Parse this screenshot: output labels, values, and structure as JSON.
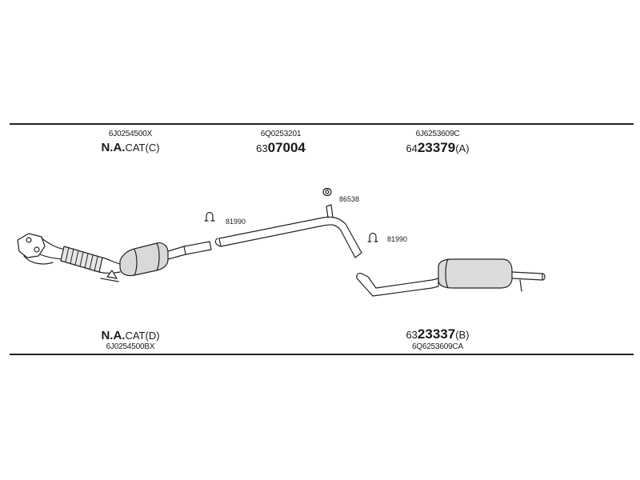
{
  "header_parts": [
    {
      "ref": "6J0254500X",
      "prefix": "N.A.",
      "suffix": "CAT(C)"
    },
    {
      "ref": "6Q0253201",
      "prefix": "63",
      "number": "07004",
      "suffix": ""
    },
    {
      "ref": "6J6253609C",
      "prefix": "64",
      "number": "23379",
      "suffix": "(A)"
    }
  ],
  "footer_parts": [
    {
      "ref": "6J0254500BX",
      "prefix": "N.A.",
      "suffix": "CAT(D)"
    },
    {
      "ref": "6Q6253609CA",
      "prefix": "63",
      "number": "23337",
      "suffix": "(B)"
    }
  ],
  "clamps": [
    {
      "code": "81990"
    },
    {
      "code": "86538"
    },
    {
      "code": "81990"
    }
  ],
  "colors": {
    "line": "#222222",
    "fill": "#ffffff",
    "shade": "#cfcfcf"
  }
}
